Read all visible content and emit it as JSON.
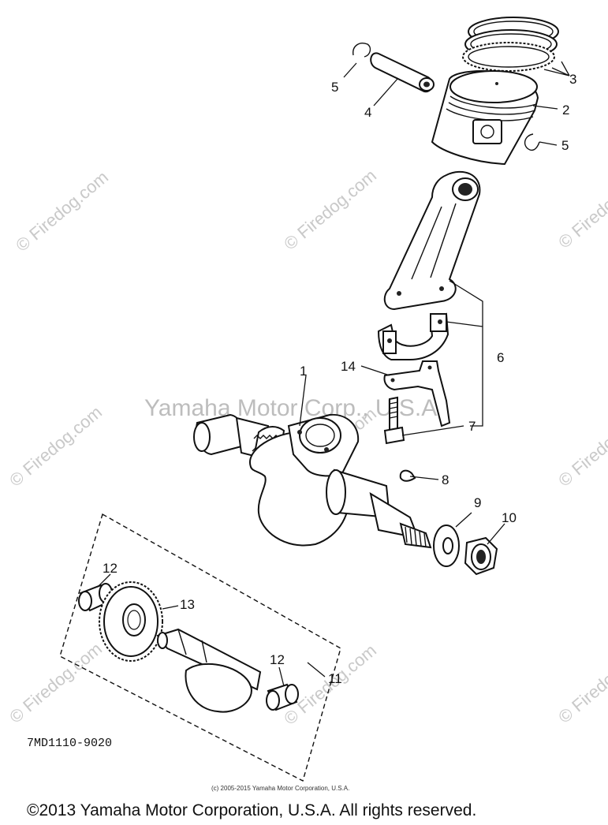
{
  "diagram": {
    "callouts": [
      {
        "id": "c1",
        "label": "1"
      },
      {
        "id": "c2",
        "label": "2"
      },
      {
        "id": "c3",
        "label": "3"
      },
      {
        "id": "c4",
        "label": "4"
      },
      {
        "id": "c5a",
        "label": "5"
      },
      {
        "id": "c5b",
        "label": "5"
      },
      {
        "id": "c6",
        "label": "6"
      },
      {
        "id": "c7",
        "label": "7"
      },
      {
        "id": "c8",
        "label": "8"
      },
      {
        "id": "c9",
        "label": "9"
      },
      {
        "id": "c10",
        "label": "10"
      },
      {
        "id": "c11",
        "label": "11"
      },
      {
        "id": "c12a",
        "label": "12"
      },
      {
        "id": "c12b",
        "label": "12"
      },
      {
        "id": "c13",
        "label": "13"
      },
      {
        "id": "c14",
        "label": "14"
      }
    ],
    "drawing_number": "7MD1110-9020",
    "watermark_text": "© Firedog.com",
    "center_watermark": "Yamaha Motor Corp., U.S.A.",
    "small_copyright": "(c) 2005-2015 Yamaha Motor Corporation, U.S.A.",
    "footer_copyright": "©2013 Yamaha Motor Corporation, U.S.A. All rights reserved."
  }
}
